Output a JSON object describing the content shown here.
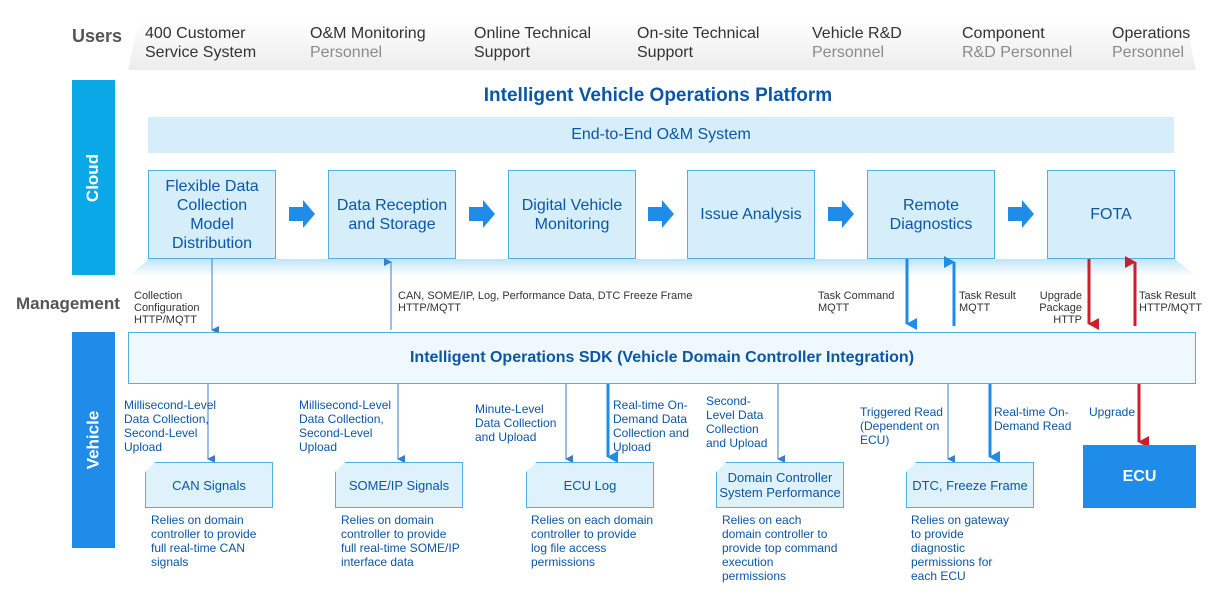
{
  "users": {
    "label": "Users",
    "items": [
      {
        "line1": "400 Customer",
        "line2": "Service System"
      },
      {
        "line1": "O&M Monitoring",
        "line2": "Personnel"
      },
      {
        "line1": "Online Technical",
        "line2": "Support"
      },
      {
        "line1": "On-site Technical",
        "line2": "Support"
      },
      {
        "line1": "Vehicle R&D",
        "line2": "Personnel"
      },
      {
        "line1": "Component",
        "line2": "R&D Personnel"
      },
      {
        "line1": "Operations",
        "line2": "Personnel"
      }
    ]
  },
  "layers": {
    "cloud": "Cloud",
    "management": "Management",
    "vehicle": "Vehicle"
  },
  "platform": {
    "title": "Intelligent Vehicle Operations Platform",
    "system": "End-to-End O&M System",
    "stages": [
      "Flexible Data Collection Model Distribution",
      "Data Reception and Storage",
      "Digital Vehicle Monitoring",
      "Issue Analysis",
      "Remote Diagnostics",
      "FOTA"
    ]
  },
  "management": {
    "collection": [
      "Collection",
      "Configuration",
      "HTTP/MQTT"
    ],
    "data": [
      "CAN, SOME/IP, Log, Performance Data, DTC Freeze Frame",
      "HTTP/MQTT"
    ],
    "task_command": [
      "Task Command",
      "MQTT"
    ],
    "task_result_1": [
      "Task Result",
      "MQTT"
    ],
    "upgrade_package": [
      "Upgrade",
      "Package",
      "HTTP"
    ],
    "task_result_2": [
      "Task Result",
      "HTTP/MQTT"
    ]
  },
  "sdk": {
    "title": "Intelligent Operations SDK (Vehicle Domain Controller Integration)"
  },
  "vehicle": {
    "labels": [
      [
        "Millisecond-Level",
        "Data Collection,",
        "Second-Level",
        "Upload"
      ],
      [
        "Millisecond-Level",
        "Data Collection,",
        "Second-Level",
        "Upload"
      ],
      [
        "Minute-Level",
        "Data Collection",
        "and Upload"
      ],
      [
        "Real-time On-",
        "Demand Data",
        "Collection and",
        "Upload"
      ],
      [
        "Second-",
        "Level Data",
        "Collection",
        "and Upload"
      ],
      [
        "Triggered Read",
        "(Dependent on",
        "ECU)"
      ],
      [
        "Real-time On-",
        "Demand Read"
      ],
      [
        "Upgrade"
      ]
    ],
    "targets": [
      "CAN Signals",
      "SOME/IP Signals",
      "ECU Log",
      "Domain Controller System Performance",
      "DTC, Freeze Frame"
    ],
    "ecu": "ECU",
    "descriptions": [
      [
        "Relies on domain",
        "controller to provide",
        "full real-time CAN",
        "signals"
      ],
      [
        "Relies on domain",
        "controller to provide",
        "full real-time SOME/IP",
        "interface data"
      ],
      [
        "Relies on each domain",
        "controller to provide",
        "log file access",
        "permissions"
      ],
      [
        "Relies on each",
        "domain controller to",
        "provide top command",
        "execution",
        "permissions"
      ],
      [
        "Relies on gateway",
        "to provide",
        "diagnostic",
        "permissions for",
        "each ECU"
      ]
    ]
  },
  "colors": {
    "accent_blue": "#1f8cea",
    "dark_blue": "#0b56a6",
    "light_blue": "#d6eefa",
    "red": "#cc1f2a"
  }
}
